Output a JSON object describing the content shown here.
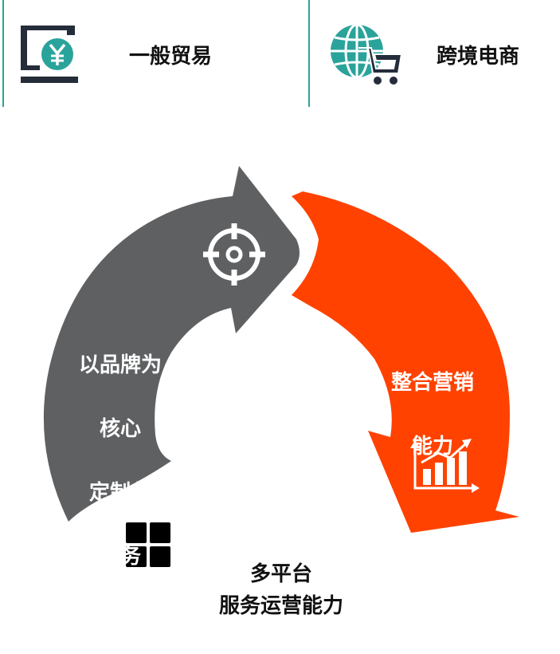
{
  "header": {
    "left": {
      "label": "一般贸易",
      "icon": "yuan-monitor-icon"
    },
    "right": {
      "label": "跨境电商",
      "icon": "globe-cart-icon"
    }
  },
  "arrows": {
    "left": {
      "line1": "以品牌为",
      "line2": "核心",
      "line3": "定制化",
      "line4": "服务",
      "color": "#5f6062",
      "icon": "target-icon"
    },
    "right": {
      "line1": "整合营销",
      "line2": "能力",
      "color": "#ff4200",
      "icon": "bar-chart-growth-icon"
    }
  },
  "bottom": {
    "line1": "多平台",
    "line2": "服务运营能力",
    "icon": "windows-grid-icon"
  }
}
